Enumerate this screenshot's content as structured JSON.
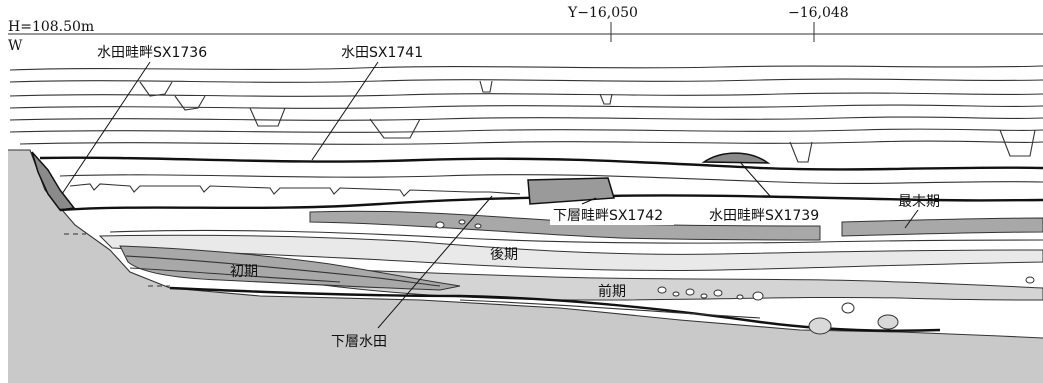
{
  "header": {
    "elevation": "H=108.50m",
    "direction": "W",
    "coord_a": "Y−16,050",
    "coord_b": "−16,048"
  },
  "labels": {
    "sx1736": "水田畦畔SX1736",
    "sx1741": "水田SX1741",
    "sx1742": "下層畦畔SX1742",
    "sx1739": "水田畦畔SX1739",
    "saimatsuki": "最末期",
    "kouki": "後期",
    "shoki": "初期",
    "zenki": "前期",
    "kasou_suiden": "下層水田"
  },
  "colors": {
    "bedrock": "#c9c9c9",
    "dark_fill": "#8a8a8a",
    "mid_fill": "#a8a8a8",
    "light_fill": "#d4d4d4",
    "pale_fill": "#e9e9e9",
    "line": "#333333"
  }
}
